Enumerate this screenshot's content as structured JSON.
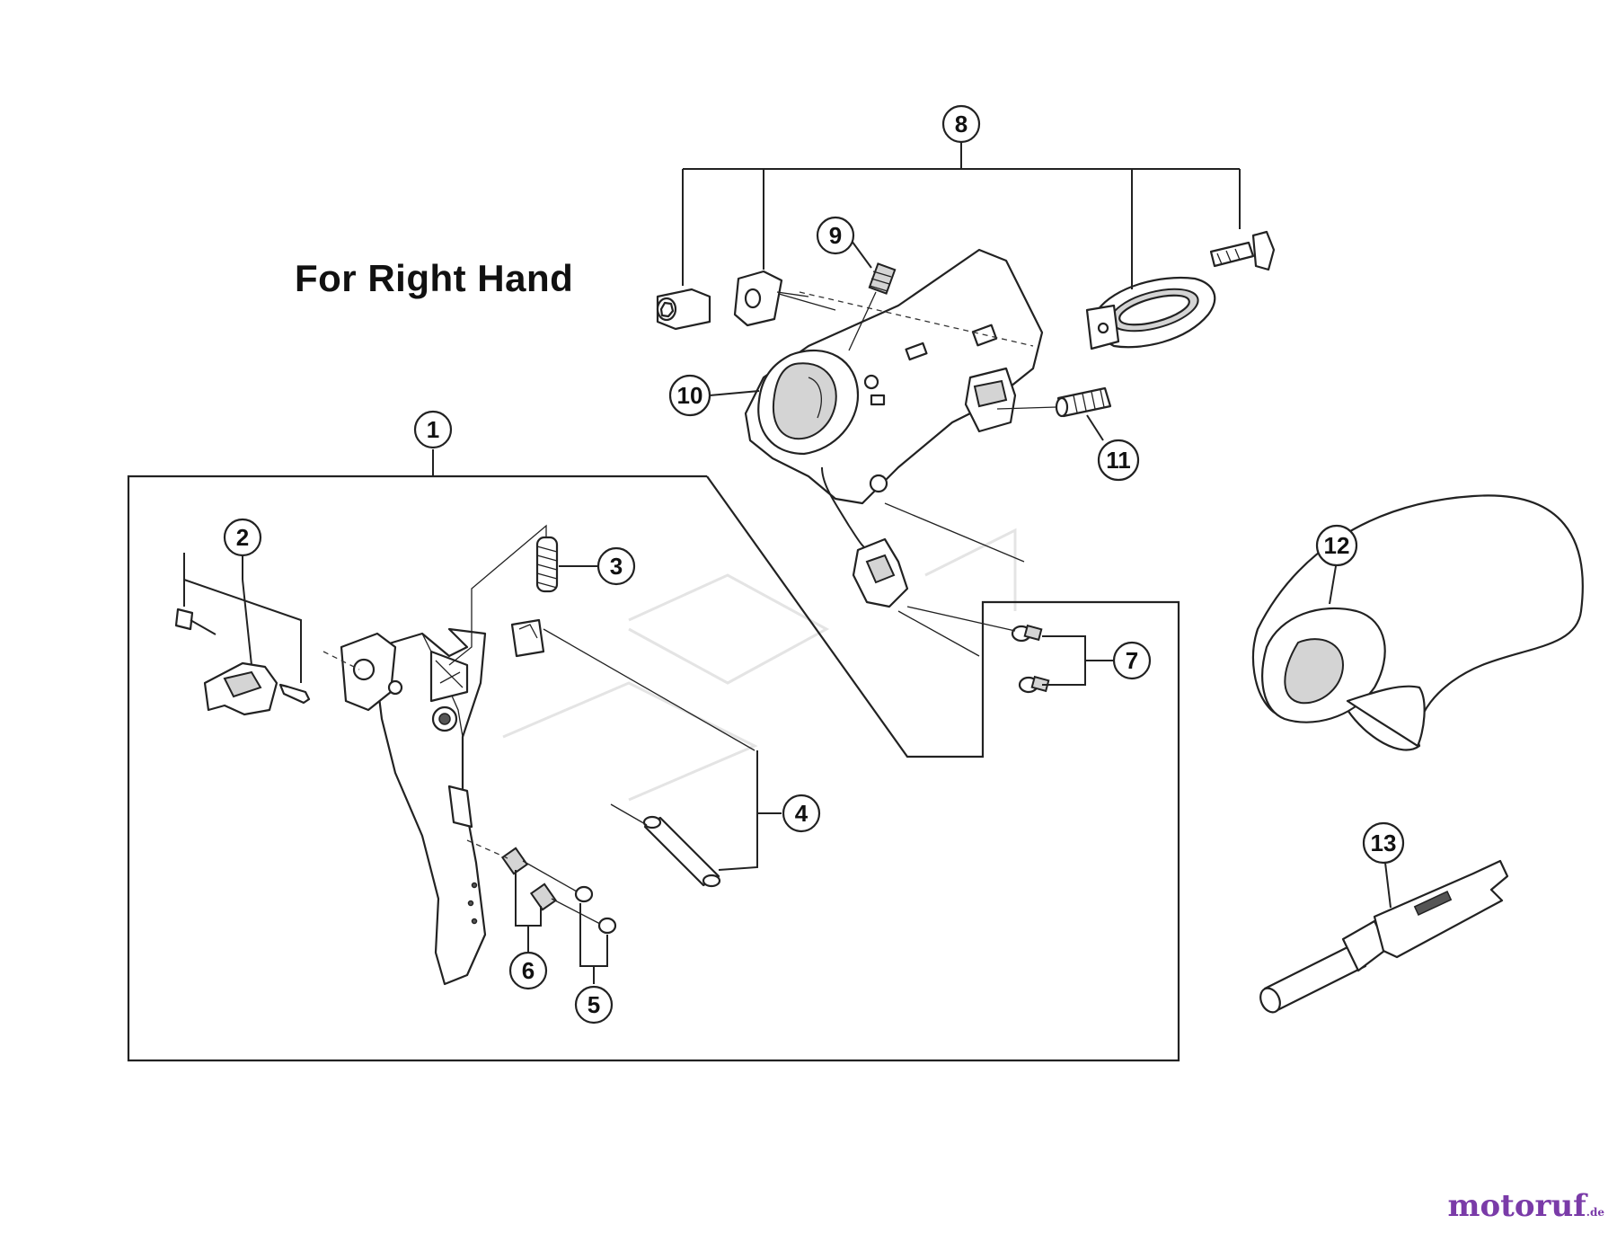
{
  "title": "For Right Hand",
  "watermark": {
    "brand": "motoruf",
    "tld": ".de"
  },
  "callouts": [
    "1",
    "2",
    "3",
    "4",
    "5",
    "6",
    "7",
    "8",
    "9",
    "10",
    "11",
    "12",
    "13"
  ]
}
